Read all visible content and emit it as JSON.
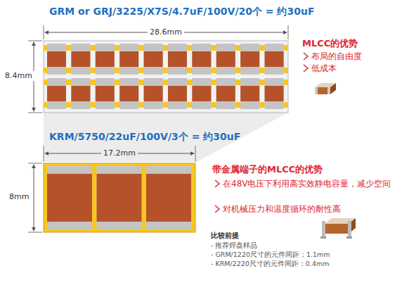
{
  "diagram": {
    "labels": [
      "GRM or GRJ/3225/X7S/4.7uF/100V/20个 = 约30uF",
      "28.6mm",
      "8.4mm",
      "MLCC的优势",
      "布局的自由度",
      "低成本",
      "KRM/5750/22uF/100V/3个 = 约30uF",
      "17.2mm",
      "8mm",
      "带金属端子的MLCC的优势",
      "在48V电压下利用高实效静电容量，减少空间",
      "对机械压力和温度循环的耐性高",
      "比较前提",
      "- 推荐焊盘样品",
      "- GRM/1220尺寸的元件间距：1.1mm",
      "- KRM/2220尺寸的元件间距：0.4mm"
    ]
  }
}
